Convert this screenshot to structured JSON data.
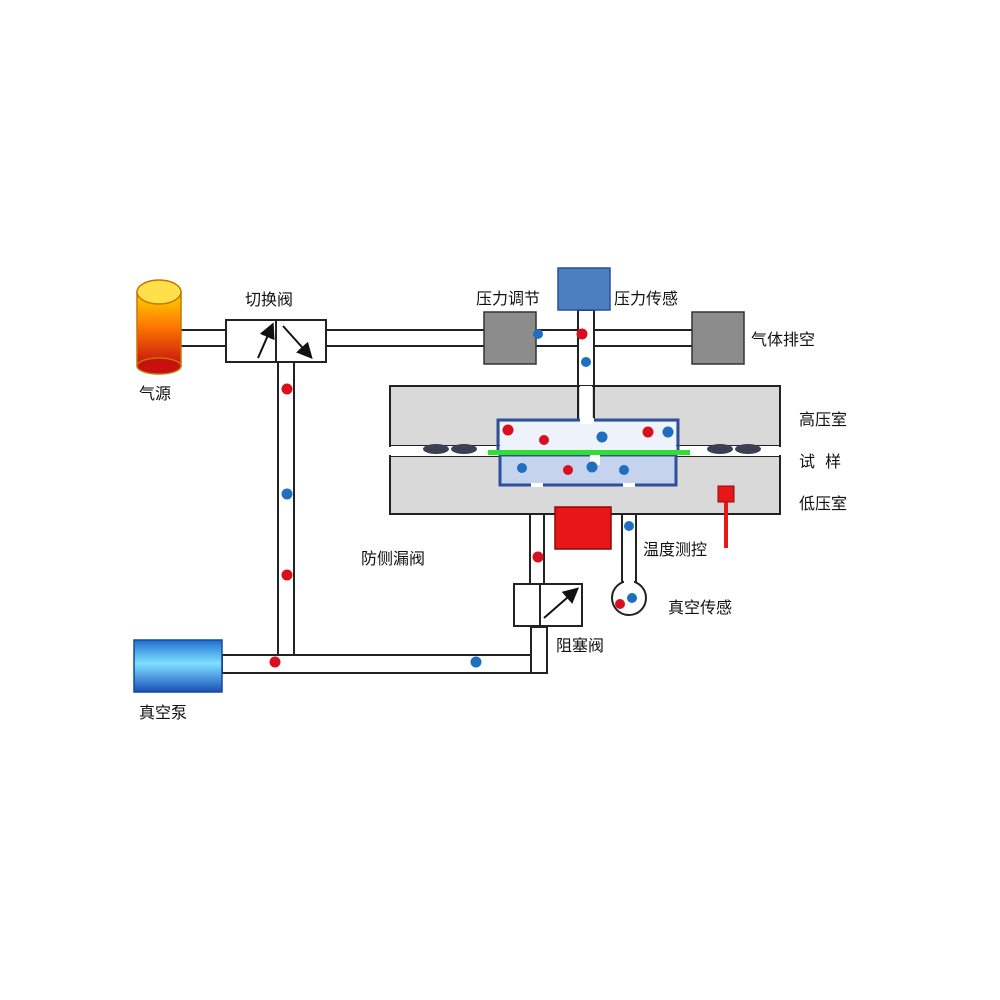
{
  "labels": {
    "gas_source": "气源",
    "switch_valve": "切换阀",
    "pressure_regulator": "压力调节",
    "pressure_sensor": "压力传感",
    "gas_vent": "气体排空",
    "high_pressure_chamber": "高压室",
    "sample": "试  样",
    "low_pressure_chamber": "低压室",
    "anti_leak_valve": "防侧漏阀",
    "temperature_control": "温度测控",
    "vacuum_sensor": "真空传感",
    "block_valve": "阻塞阀",
    "vacuum_pump": "真空泵"
  },
  "colors": {
    "gas_molecule": "#d8101e",
    "vacuum_molecule": "#1f6fc0",
    "pipe_stroke": "#222222",
    "chamber_fill": "#d9d9d9",
    "cell_fill": "#e6ecf7",
    "cell_border": "#2e4f9c",
    "sample_film": "#33dd33",
    "sensor_box": "#4a7fc0",
    "regulator_box": "#8c8c8c",
    "heater": "#e81616"
  }
}
